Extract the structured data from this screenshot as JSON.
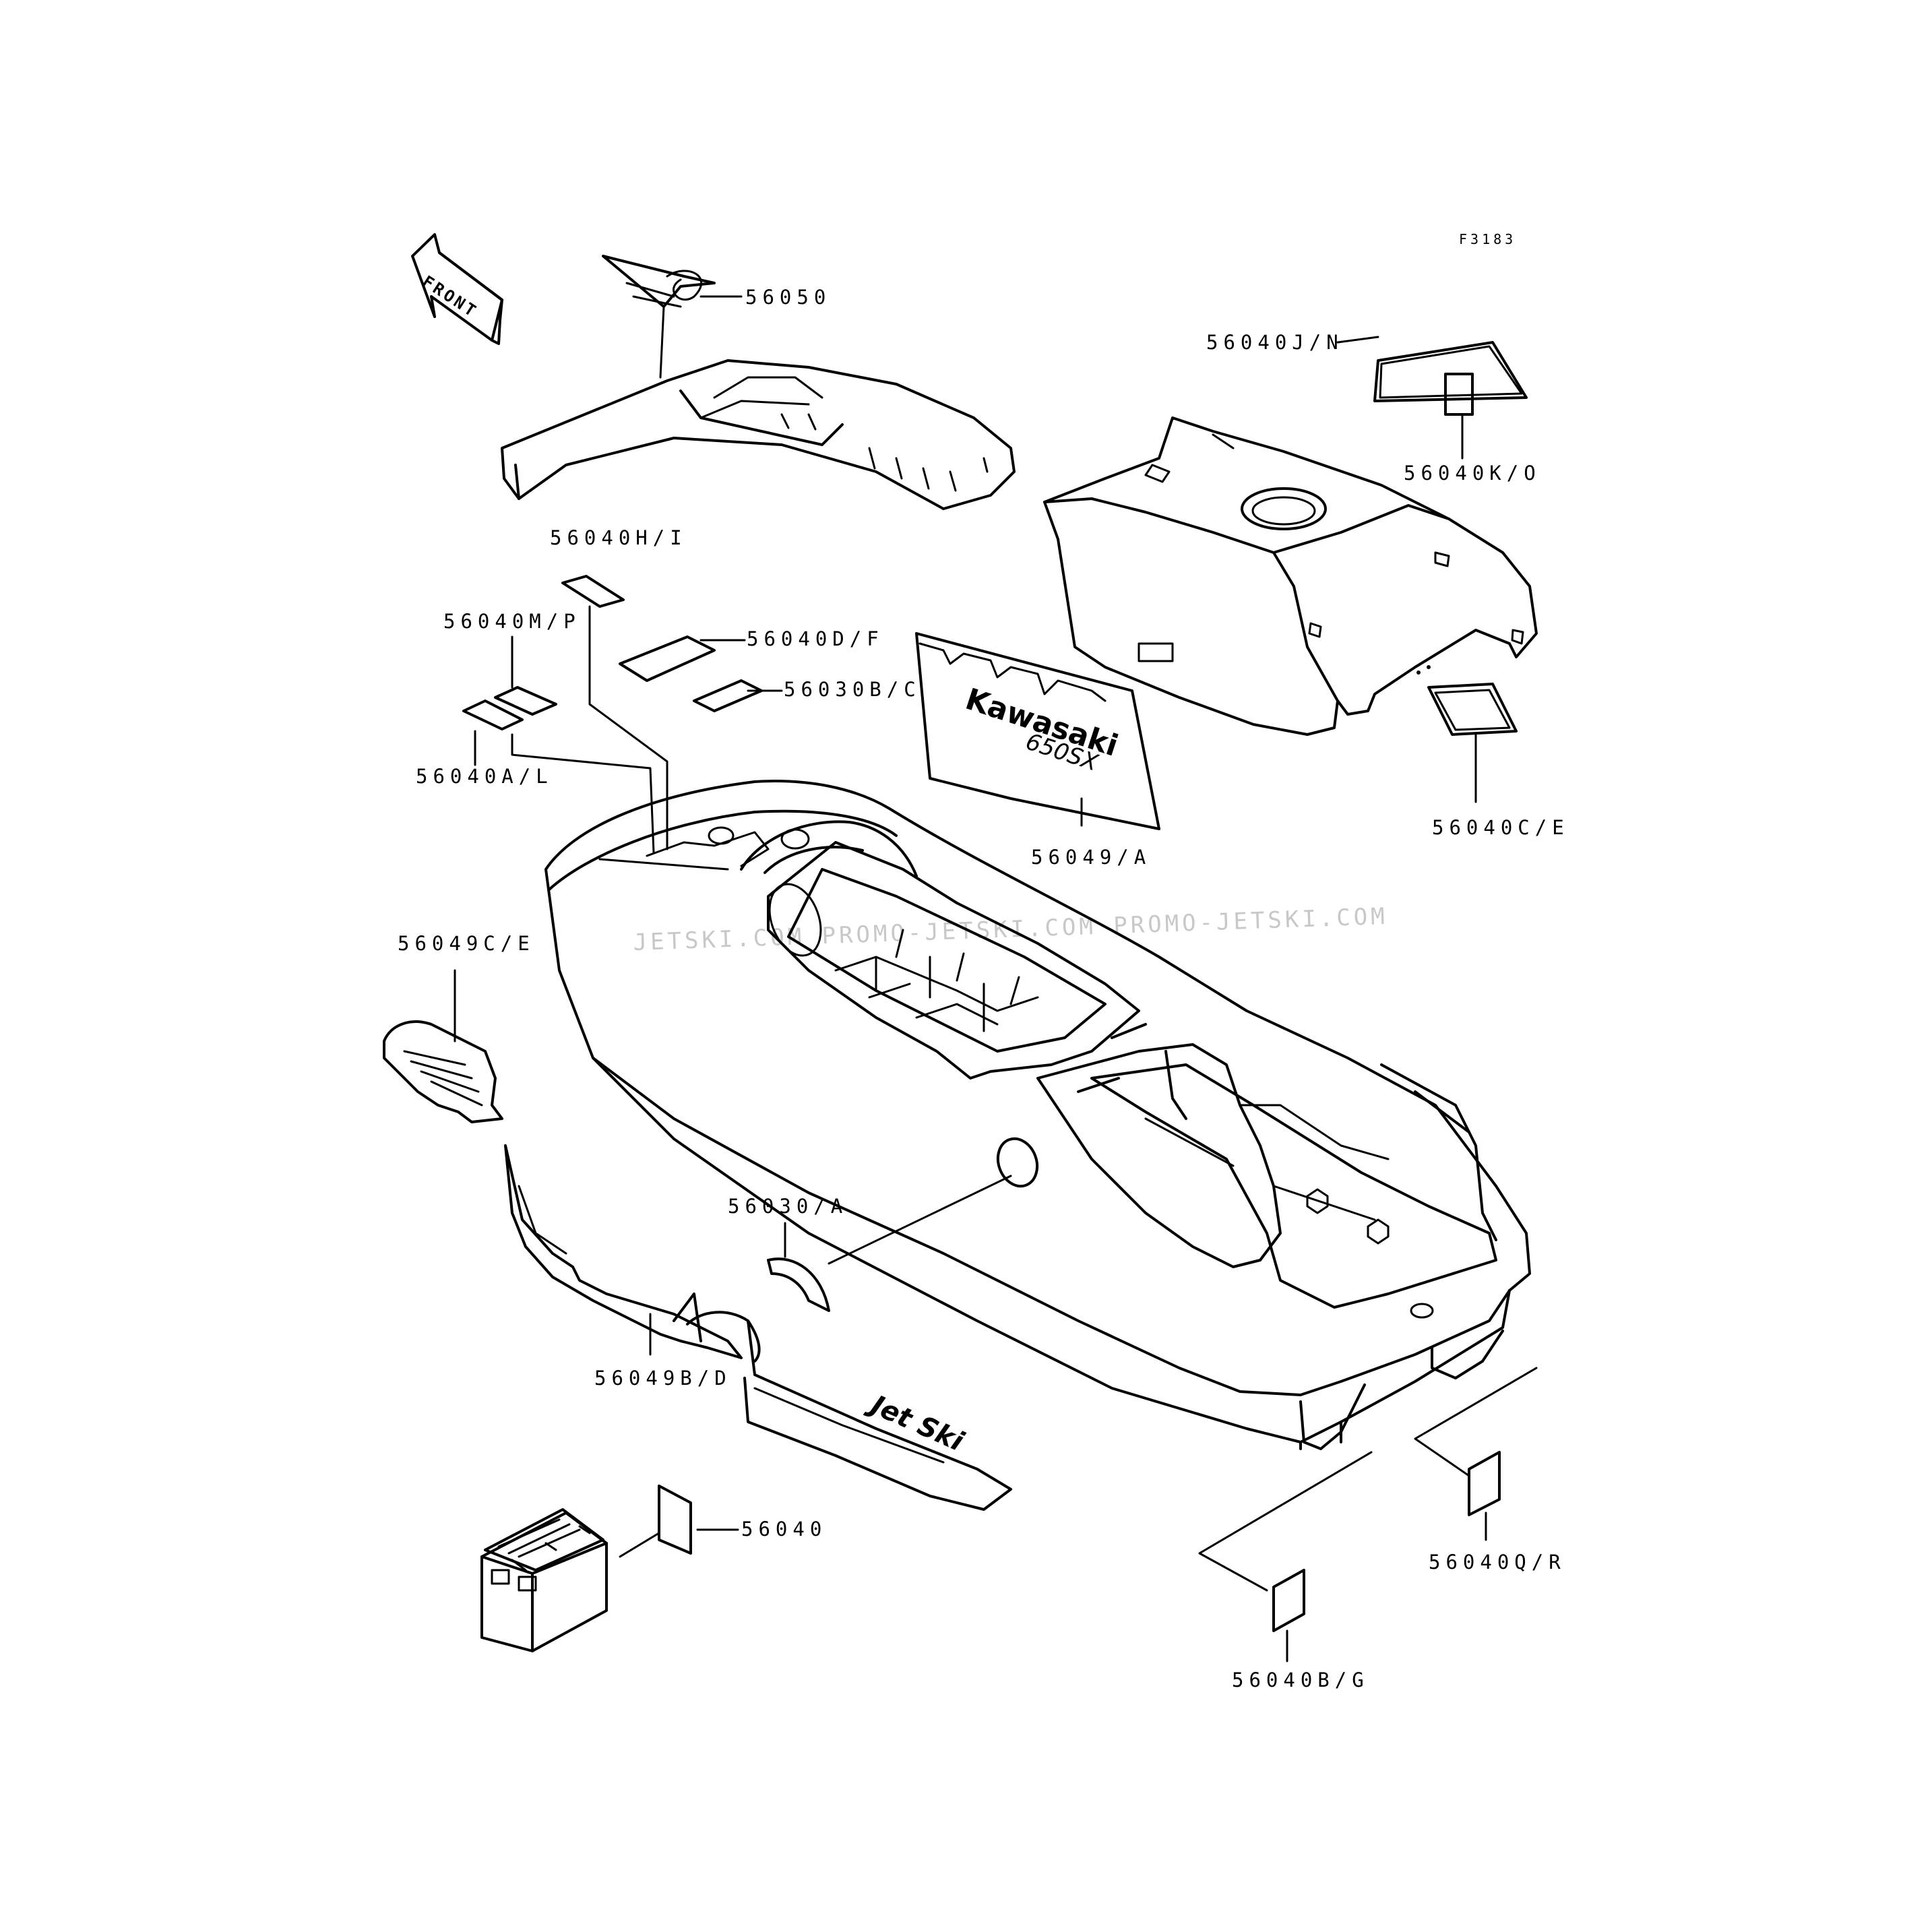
{
  "figure_code": "F3183",
  "front_marker": "FRONT",
  "watermark": "JETSKI.COM  PROMO-JETSKI.COM  PROMO-JETSKI.COM",
  "logos": {
    "decal_brand": "Kawasaki",
    "decal_model": "650SX",
    "hull_brand": "Jet Ski"
  },
  "part_labels": {
    "p56050": "56050",
    "p56040JN": "56040J/N",
    "p56040KO": "56040K/O",
    "p56040HI": "56040H/I",
    "p56040MP": "56040M/P",
    "p56040DF": "56040D/F",
    "p56030BC": "56030B/C",
    "p56040AL": "56040A/L",
    "p56049A": "56049/A",
    "p56040CE": "56040C/E",
    "p56049CE": "56049C/E",
    "p56030A": "56030/A",
    "p56049BD": "56049B/D",
    "p56040": "56040",
    "p56040QR": "56040Q/R",
    "p56040BG": "56040B/G"
  }
}
